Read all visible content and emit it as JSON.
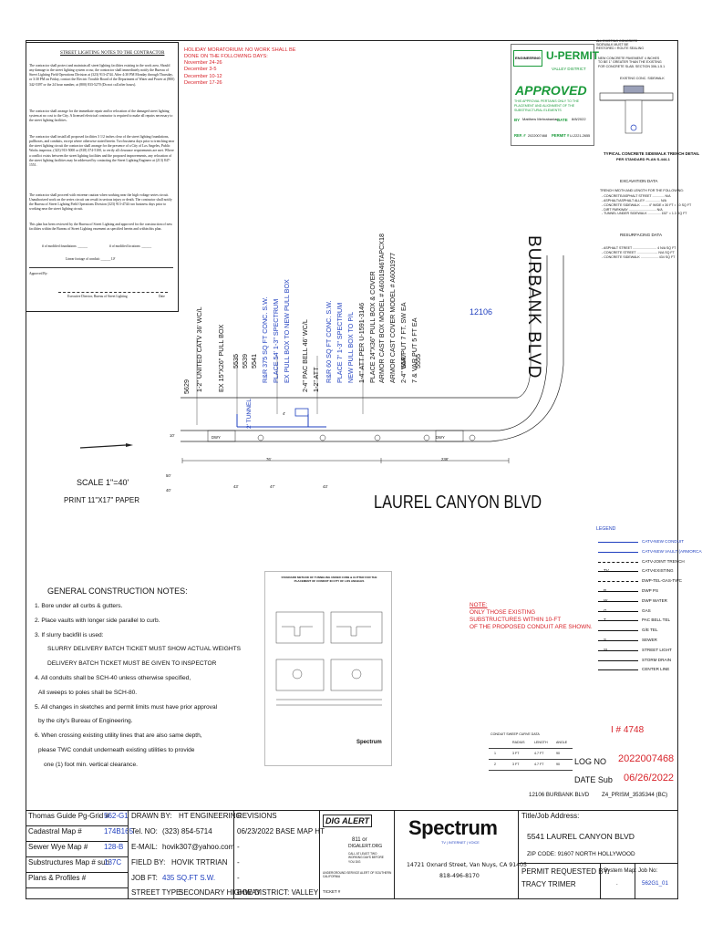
{
  "stamp_top": [
    "ALL EXISTING CONCRETE",
    "SIDEWALK MUST BE",
    "RESTORED / ROUTE SEALING"
  ],
  "notes": {
    "title": "STREET LIGHTING NOTES TO THE CONTRACTOR",
    "paragraphs": [
      "The contractor shall protect and maintain all street lighting facilities existing in the work area. Should any damage to the street lighting system occur, the contractor shall immediately notify the Bureau of Street Lighting Field Operations Division at (323) 913-4744. After 4:30 PM Monday through Thursday, or 3:30 PM on Friday, contact the Electric Trouble Board of the Department of Water and Power at (800) 342-5397 or the 24 hour number, at (800) 833-5270 (Do not call after hours).",
      "The contractor shall arrange for the immediate repair and/or relocation of the damaged street lighting system at no cost to the City. A licensed electrical contractor is required to make all repairs necessary to the street lighting facilities.",
      "The contractor shall install all proposed facilities 3 1/2 inches clear of the street lighting foundations, pullboxes, and conduits, except where otherwise stated herein. Two business days prior to trenching near the street lighting circuit the contractor shall arrange for the presence of a City of Los Angeles, Public Works inspector, (323) 913-5000 or (818) 374-5100, to verify all clearance requirements are met. Where a conflict exists between the street lighting facilities and the proposed improvements, any relocation of the street lighting facilities may be addressed by contacting the Street Lighting Engineer at (213) 847-1551.",
      "The contractor shall proceed with extreme caution when working near the high voltage series circuit. Unauthorized work on the series circuit can result in serious injury or death. The contractor shall notify the Bureau of Street Lighting Field Operations Division (323) 913-4744 two business days prior to working near the street lighting circuit.",
      "This plan has been reviewed by the Bureau of Street Lighting and approved for the construction of new facilities within the Bureau of Street Lighting easement as specified herein and within this plan."
    ],
    "fields": {
      "foundations": "# of modified foundations: ______",
      "locations": "# of modified locations: ______",
      "conduit": "Linear footage of conduit: ______ LF",
      "approved_by": "Approved By:",
      "signature_label": "Executive Director, Bureau of Street Lighting",
      "date_label": "Date"
    }
  },
  "moratorium": {
    "lines": [
      "HOLIDAY MORATORIUM: NO WORK SHALL BE",
      "DONE ON THE FOLLOWING DAYS:",
      "November 24-26",
      "December 3-5",
      "December 10-12",
      "December 17-26"
    ]
  },
  "permit": {
    "engineering": "ENGINEERING",
    "u_permit": "U-PERMIT",
    "valley_district": "VALLEY DISTRICT",
    "approved": "APPROVED",
    "approval_note": "THIS APPROVAL PERTAINS ONLY TO THE PLACEMENT AND ALIGNMENT OF THE SUBSTRUCTURAL ELEMENTS",
    "by_label": "BY",
    "by_value": "Matthew Mehrabanian",
    "date_label": "DATE",
    "date_value": "8/8/2022",
    "ref_label": "REF. #",
    "ref_value": "2022007468",
    "permit_label": "PERMIT #",
    "permit_value": "U-2221-2655"
  },
  "trench_detail": {
    "notes": [
      "NEW CONCRETE PAVEMENT 4 INCHES",
      "TO BE 1\" GREATER THAN THE EXISTING",
      "FOR CONCRETE SLAB. SECTION 306-1.5.1"
    ],
    "existing_sidewalk": "EXISTING CONC. SIDEWALK",
    "title": "TYPICAL CONCRETE SIDEWALK TRENCH DETAIL",
    "subtitle": "PER STANDARD PLAN S-444-1"
  },
  "excavation": {
    "title": "EXCAVATION DATA",
    "intro": "TRENCH WIDTH AND LENGTH FOR THE FOLLOWING:",
    "rows": [
      "- CONCRETE/ASPHALT STREET ............. N/A",
      "- ASPHALT/ASPHALT ALLEY ................ N/A",
      "- CONCRETE SIDEWALK ........ 4\" WIDE x 30 FT = 10 SQ FT",
      "- DIRT PARKWAY .............................. N/A",
      "- TUNNEL UNDER SIDEWALK .............. 152\" = 1.3 SQ FT"
    ]
  },
  "resurfacing": {
    "title": "RESURFACING DATA",
    "rows": [
      "- ASPHALT STREET .......................... 4 N/A SQ FT",
      "- CONCRETE STREET ....................... N/A SQ FT",
      "- CONCRETE SIDEWALK ................... 434 SQ FT"
    ]
  },
  "plan": {
    "street_v": "BURBANK BLVD",
    "street_h": "LAUREL CANYON BLVD",
    "address_num": "12106",
    "dim_76": "76'",
    "dim_238": "238'",
    "dim_10": "10'",
    "dim_43a": "43'",
    "dim_43b": "43'",
    "dim_47": "47'",
    "dim_50": "50'",
    "dim_40": "40'",
    "dim_4": "4'",
    "dwy1": "DWY",
    "dwy2": "DWY",
    "tunnel": "2' TUNNEL",
    "callouts": [
      {
        "text": "5629",
        "cls": ""
      },
      {
        "text": "1-2\" UNITED CATV 36' WC/L",
        "cls": ""
      },
      {
        "text": "EX 15\"X26\" PULL BOX",
        "cls": ""
      },
      {
        "text": "5535",
        "cls": ""
      },
      {
        "text": "5539",
        "cls": ""
      },
      {
        "text": "5541",
        "cls": ""
      },
      {
        "text": "R&R 375 SQ FT CONC. S.W.",
        "cls": "blue"
      },
      {
        "text": "PLACE 54' 1-3\" SPECTRUM",
        "cls": "blue"
      },
      {
        "text": "EX PULL BOX TO NEW PULL BOX",
        "cls": "blue"
      },
      {
        "text": "2-4\" PAC BELL 46' WC/L",
        "cls": ""
      },
      {
        "text": "1-2\" ATT",
        "cls": ""
      },
      {
        "text": "R&R 60 SQ FT CONC. S.W.",
        "cls": "blue"
      },
      {
        "text": "PLACE 7' 1-3\" SPECTRUM",
        "cls": "blue"
      },
      {
        "text": "NEW PULL BOX TO P/L",
        "cls": "blue"
      },
      {
        "text": "1-4\" ATT PER U-1591-3146",
        "cls": ""
      },
      {
        "text": "PLACE 24\"X36\" PULL BOX & COVER",
        "cls": ""
      },
      {
        "text": "ARMOR CAST BOX MODEL # A6001946TAPCX18",
        "cls": ""
      },
      {
        "text": "ARMOR CAST COVER MODEL # A6001977",
        "cls": ""
      },
      {
        "text": "2-4\" VAR PUT 7 FT. SW EA",
        "cls": ""
      },
      {
        "text": "7 & VAR PUT 5 FT EA",
        "cls": ""
      },
      {
        "text": "5547",
        "cls": ""
      },
      {
        "text": "5555",
        "cls": ""
      }
    ]
  },
  "scale": {
    "line1": "SCALE 1\"=40'",
    "line2": "PRINT 11\"X17\" PAPER"
  },
  "legend": {
    "title": "LEGEND",
    "rows": [
      {
        "sym": "",
        "label": "CATV-NEW CONDUIT",
        "color": "#1f3fbf"
      },
      {
        "sym": "",
        "label": "CATV-NEW VAULT (ARMORCAST)",
        "color": "#1f3fbf"
      },
      {
        "sym": "",
        "label": "CATV-JOINT TRENCH",
        "color": "#111"
      },
      {
        "sym": "TV",
        "label": "CATV-EXISTING",
        "color": "#111"
      },
      {
        "sym": "",
        "label": "DWP-TEL-GAS-TWC",
        "color": "#111"
      },
      {
        "sym": "P",
        "label": "DWP PS",
        "color": "#111"
      },
      {
        "sym": "W",
        "label": "DWP WATER",
        "color": "#111"
      },
      {
        "sym": "G",
        "label": "GAS",
        "color": "#111"
      },
      {
        "sym": "T",
        "label": "PAC BELL TEL",
        "color": "#111"
      },
      {
        "sym": "",
        "label": "G/E TEL",
        "color": "#111"
      },
      {
        "sym": "S",
        "label": "SEWER",
        "color": "#111"
      },
      {
        "sym": "SL",
        "label": "STREET LIGHT",
        "color": "#111"
      },
      {
        "sym": "",
        "label": "STORM DRAIN",
        "color": "#111"
      },
      {
        "sym": "",
        "label": "CENTER LINE",
        "color": "#111"
      }
    ]
  },
  "construction_notes": {
    "title": "GENERAL CONSTRUCTION NOTES:",
    "lines": [
      "1. Bore under all curbs & gutters.",
      "2. Place vaults with longer side parallel to curb.",
      "3. If slurry backfill is used:",
      "SLURRY DELIVERY BATCH TICKET MUST SHOW ACTUAL WEIGHTS",
      "DELIVERY BATCH TICKET MUST BE GIVEN TO INSPECTOR",
      "4. All conduits shall be SCH-40 unless otherwise specified,",
      "All sweeps to poles shall be SCH-80.",
      "5. All changes in sketches and permit limits must have prior approval",
      "by the city's Bureau of Engineering.",
      "6. When crossing existing utility lines that are also same depth,",
      "please TWC conduit underneath existing utilities to provide",
      "one (1) foot min. vertical clearance."
    ]
  },
  "std_method": {
    "title": "STANDARD METHOD OF TUNNELING UNDER CURB & GUTTER FOR THE PLACEMENT OF CONDUIT IN CITY OF LOS ANGELES",
    "scale": "NO SCALE"
  },
  "note_box": {
    "title": "NOTE:",
    "lines": [
      "ONLY THOSE EXISTING",
      "SUBSTRUCTURES WITHIN 10-FT",
      "OF THE PROPOSED CONDUIT ARE SHOWN."
    ]
  },
  "curve_data": {
    "title": "CONDUIT SWEEP CURVE DATA",
    "headers": [
      "",
      "RADIUS",
      "LENGTH",
      "ANGLE"
    ],
    "rows": [
      [
        "1",
        "3 FT",
        "4.7 FT",
        "90"
      ],
      [
        "2",
        "3 FT",
        "4.7 FT",
        "90"
      ]
    ]
  },
  "logs": {
    "i_number": "I # 4748",
    "log_label": "LOG NO",
    "log_value": "2022007468",
    "date_label": "DATE Sub",
    "date_value": "06/26/2022"
  },
  "address_line": {
    "addr": "12106 BURBANK BLVD",
    "prism": "Z4_PRISM_3535344 (BC)"
  },
  "title_block": {
    "left_rows": [
      {
        "label": "Thomas Guide Pg-Grid #",
        "value": "562-G1"
      },
      {
        "label": "Cadastral Map #",
        "value": "174B165"
      },
      {
        "label": "Sewer Wye Map #",
        "value": "128-B"
      },
      {
        "label": "Substructures Map # sub",
        "value": "137C"
      },
      {
        "label": "Plans & Profiles #",
        "value": ""
      }
    ],
    "drawn_by_label": "DRAWN BY:",
    "drawn_by": "HT ENGINEERING",
    "tel_label": "Tel. NO:",
    "tel": "(323) 854-5714",
    "email_label": "E-MAIL:",
    "email": "hovik307@yahoo.com",
    "field_label": "FIELD BY:",
    "field": "HOVIK TRTRIAN",
    "job_label": "JOB FT:",
    "job": "435 SQ.FT S.W.",
    "street_type_label": "STREET TYPE:",
    "street_type": "SECONDARY HIGHWAY",
    "revisions_title": "REVISIONS",
    "revisions": [
      "06/23/2022 BASE MAP HT",
      "-",
      "-",
      "-"
    ],
    "boe": "BOE DISTRICT: VALLEY",
    "dig_alert": "DIG ALERT",
    "dig_811": "811 or",
    "dig_site": "DIGALERT.ORG",
    "dig_call": "CALL AT LEAST TWO WORKING DAYS BEFORE YOU DIG",
    "underground": "UNDERGROUND SERVICE ALERT OF SOUTHERN CALIFORNIA",
    "ticket": "TICKET #",
    "spectrum": "Spectrum",
    "spectrum_sub": "TV | INTERNET | VOICE",
    "spectrum_addr1": "14721 Oxnard Street, Van Nuys, CA 91405",
    "spectrum_addr2": "818-496-8170",
    "title_job_label": "Title/Job Address:",
    "title_job": "5541 LAUREL CANYON BLVD",
    "zip": "ZIP CODE: 91607 NORTH HOLLYWOOD",
    "permit_req_label": "PERMIT REQUESTED BY:",
    "permit_req": "TRACY TRIMER",
    "sys_map_label": "System Map:",
    "sys_map": ".",
    "job_no_label": "Job No:",
    "job_no": "562G1_01"
  },
  "colors": {
    "red": "#d8232a",
    "blue": "#1f3fbf",
    "green": "#1a9a3a"
  }
}
